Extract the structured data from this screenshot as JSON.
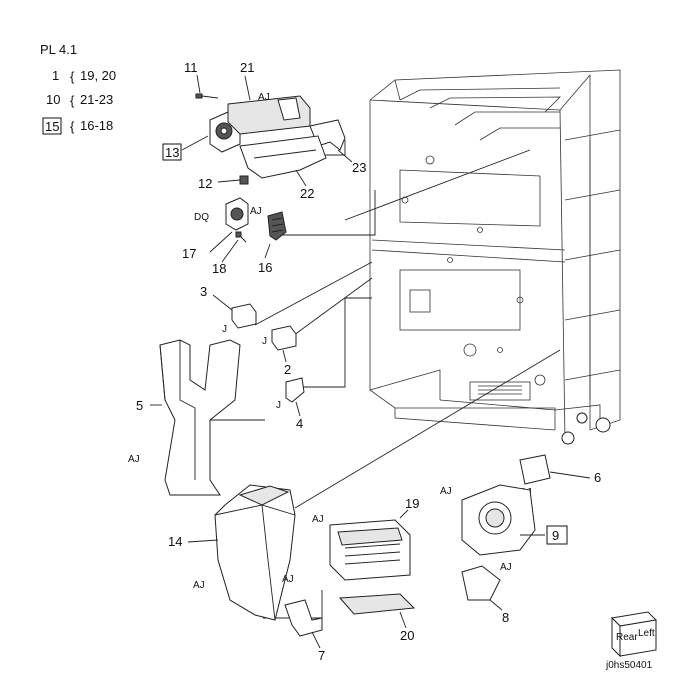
{
  "header": {
    "title": "PL 4.1",
    "rows": [
      {
        "num": "1",
        "range": "19, 20"
      },
      {
        "num": "10",
        "range": "21-23"
      },
      {
        "num": "15",
        "range": "16-18"
      }
    ]
  },
  "callouts": {
    "n2": "2",
    "n3": "3",
    "n4": "4",
    "n5": "5",
    "n6": "6",
    "n7": "7",
    "n8": "8",
    "n9": "9",
    "n11": "11",
    "n12": "12",
    "n13": "13",
    "n14": "14",
    "n16": "16",
    "n17": "17",
    "n18": "18",
    "n19": "19",
    "n20": "20",
    "n21": "21",
    "n22": "22",
    "n23": "23"
  },
  "tags": {
    "aj": "AJ",
    "j": "J",
    "dq": "DQ"
  },
  "orientation": {
    "rear": "Rear",
    "left": "Left"
  },
  "figure_id": "j0hs50401"
}
